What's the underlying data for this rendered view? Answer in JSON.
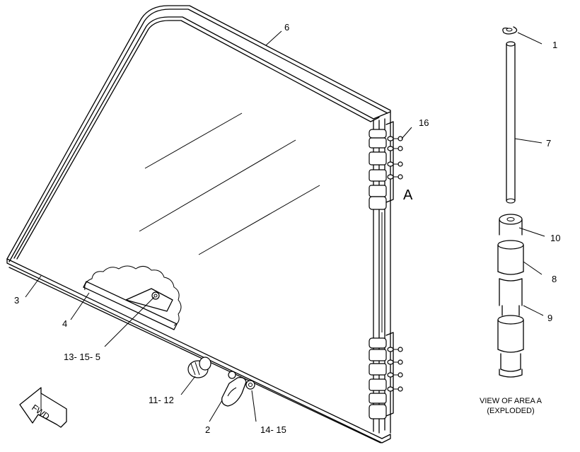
{
  "labels": {
    "p1": "1",
    "p6": "6",
    "p7": "7",
    "p16": "16",
    "pA": "A",
    "p10": "10",
    "p8": "8",
    "p9": "9",
    "p3": "3",
    "p4": "4",
    "p13_15_5": "13- 15- 5",
    "p11_12": "11- 12",
    "p2": "2",
    "p14_15": "14- 15"
  },
  "fwd": "FWD",
  "view_caption": {
    "line1": "VIEW OF AREA A",
    "line2": "(EXPLODED)"
  }
}
